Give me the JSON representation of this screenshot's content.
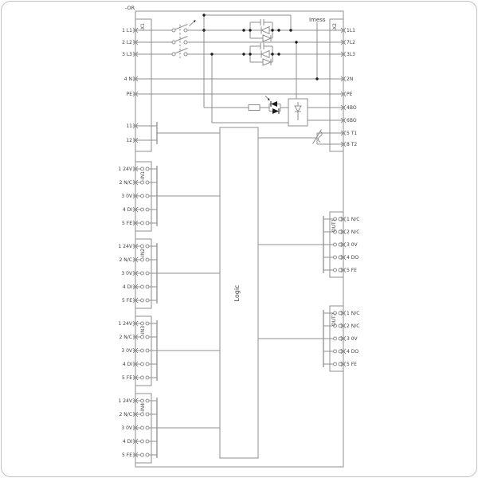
{
  "colors": {
    "background": "#ffffff",
    "wire": "#8f8f8f",
    "text": "#3f3f3f",
    "solid_symbols": "#1c1c1c",
    "frame_border": "#c0c0c0"
  },
  "diagram": {
    "device_ref": "-OR",
    "current_measure_label": "Imess",
    "logic_label": "Logic",
    "x1": {
      "ref": "-X1",
      "terminals": [
        "1 L1",
        "2 L2",
        "3 L3",
        "4 N",
        "PE",
        "11",
        "12"
      ]
    },
    "x2": {
      "ref": "-X2",
      "terminals": [
        "1L1",
        "7L2",
        "3L3",
        "2N",
        "PE",
        "4BO",
        "6BO",
        "5 T1",
        "8 T2"
      ]
    },
    "in_blocks": [
      {
        "ref": "-IN1",
        "terminals": [
          "1 24V",
          "2 N/C",
          "3 0V",
          "4 DI",
          "5 FE"
        ]
      },
      {
        "ref": "-IN2",
        "terminals": [
          "1 24V",
          "2 N/C",
          "3 0V",
          "4 DI",
          "5 FE"
        ]
      },
      {
        "ref": "-IN3",
        "terminals": [
          "1 24V",
          "2 N/C",
          "3 0V",
          "4 DI",
          "5 FE"
        ]
      },
      {
        "ref": "-IN4",
        "terminals": [
          "1 24V",
          "2 N/C",
          "3 0V",
          "4 DI",
          "5 FE"
        ]
      }
    ],
    "out_blocks": [
      {
        "ref": "-OUT1",
        "terminals": [
          "1 N/C",
          "2 N/C",
          "3 0V",
          "4 DO",
          "5 FE"
        ]
      },
      {
        "ref": "-OUT2",
        "terminals": [
          "1 N/C",
          "2 N/C",
          "3 0V",
          "4 DO",
          "5 FE"
        ]
      }
    ]
  }
}
